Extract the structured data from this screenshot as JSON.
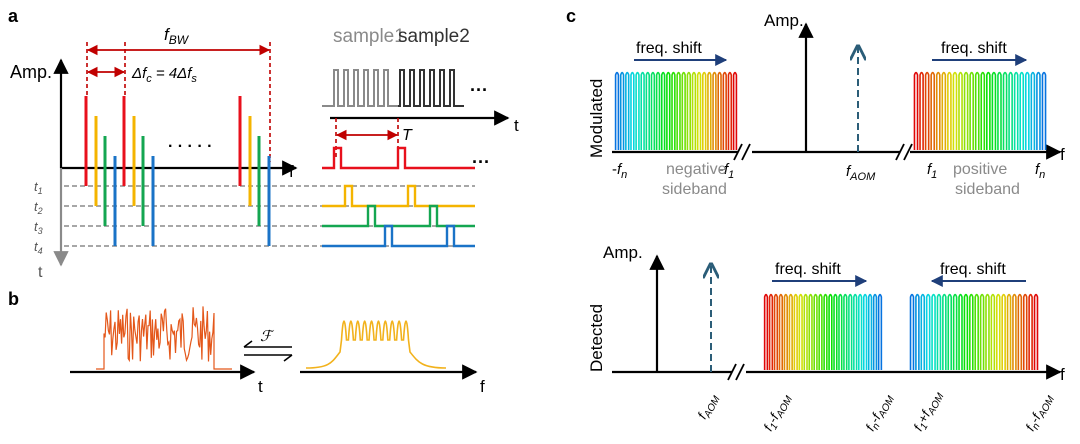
{
  "colors": {
    "axis": "#000000",
    "red": "#e8101c",
    "yellow": "#f4b400",
    "green": "#14a651",
    "blue": "#1a73c7",
    "dashed_red": "#c00000",
    "gray": "#8a8a8a",
    "dark_gray": "#333333",
    "navy": "#1f3f7a",
    "teal_dash": "#2b5d78",
    "orange": "#e4571a",
    "gold": "#f2b21c"
  },
  "panel_a": {
    "label": "a",
    "amp": "Amp.",
    "f_axis": "f",
    "t_axis": "t",
    "bw": {
      "sym": "f",
      "sub": "BW"
    },
    "df_eq": {
      "d1": "Δf",
      "s1": "c",
      "eq": " = 4Δf",
      "s2": "s"
    },
    "ellipsis": "· · · · ·",
    "time_labels": [
      {
        "sym": "t",
        "sub": "1"
      },
      {
        "sym": "t",
        "sub": "2"
      },
      {
        "sym": "t",
        "sub": "3"
      },
      {
        "sym": "t",
        "sub": "4"
      }
    ],
    "sample1": "sample1",
    "sample2": "sample2",
    "dots": "···",
    "dots2": "···",
    "period": "T"
  },
  "panel_b": {
    "label": "b",
    "t_axis": "t",
    "f_axis": "f",
    "transform_symbol": "ℱ"
  },
  "panel_c": {
    "label": "c",
    "amp_top": "Amp.",
    "amp_bottom": "Amp.",
    "modulated": "Modulated",
    "detected": "Detected",
    "freq_shift": "freq. shift",
    "f_axis": "f",
    "neg_sideband": [
      "negative",
      "sideband"
    ],
    "pos_sideband": [
      "positive",
      "sideband"
    ],
    "top_labels": {
      "neg_fn": {
        "pre": "-",
        "sym": "f",
        "sub": "n"
      },
      "neg_f1": {
        "pre": "-",
        "sym": "f",
        "sub": "1"
      },
      "faom": {
        "sym": "f",
        "sub": "AOM"
      },
      "pos_f1": {
        "sym": "f",
        "sub": "1"
      },
      "pos_fn": {
        "sym": "f",
        "sub": "n"
      }
    },
    "bottom_labels": [
      {
        "id": "b1",
        "a": "f",
        "asub": "AOM",
        "op": "",
        "b": "",
        "bsub": ""
      },
      {
        "id": "b2",
        "a": "f",
        "asub": "1",
        "op": "-",
        "b": "f",
        "bsub": "AOM"
      },
      {
        "id": "b3",
        "a": "f",
        "asub": "n",
        "op": "-",
        "b": "f",
        "bsub": "AOM"
      },
      {
        "id": "b4",
        "a": "f",
        "asub": "1",
        "op": "+",
        "b": "f",
        "bsub": "AOM"
      },
      {
        "id": "b5",
        "a": "f",
        "asub": "n",
        "op": "-",
        "b": "f",
        "bsub": "AOM"
      }
    ]
  }
}
